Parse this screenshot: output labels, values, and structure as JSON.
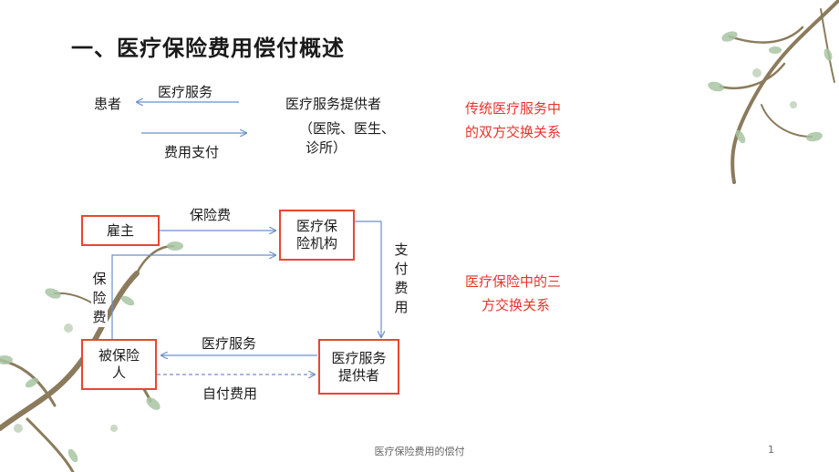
{
  "title": "一、医疗保险费用偿付概述",
  "top_diagram": {
    "patient": "患者",
    "service_top": "医疗服务",
    "provider": "医疗服务提供者",
    "provider_detail_1": "（医院、医生、",
    "provider_detail_2": "诊所）",
    "payment": "费用支付",
    "note_line1": "传统医疗服务中",
    "note_line2": "的双方交换关系"
  },
  "bottom_diagram": {
    "employer": "雇主",
    "premium_top": "保险费",
    "insurer": "医疗保险机构",
    "pay_vertical": "支付费用",
    "premium_left": "保险费",
    "insured": "被保险人",
    "service": "医疗服务",
    "provider": "医疗服务提供者",
    "selfpay": "自付费用",
    "note_line1": "医疗保险中的三",
    "note_line2": "方交换关系"
  },
  "footer": "医疗保险费用的偿付",
  "page_number": "1",
  "colors": {
    "accent_red": "#e8332a",
    "box_border": "#e8462f",
    "arrow_blue": "#6b8fc9",
    "branch": "#8b7b5c",
    "leaf": "#a8c4a2"
  }
}
